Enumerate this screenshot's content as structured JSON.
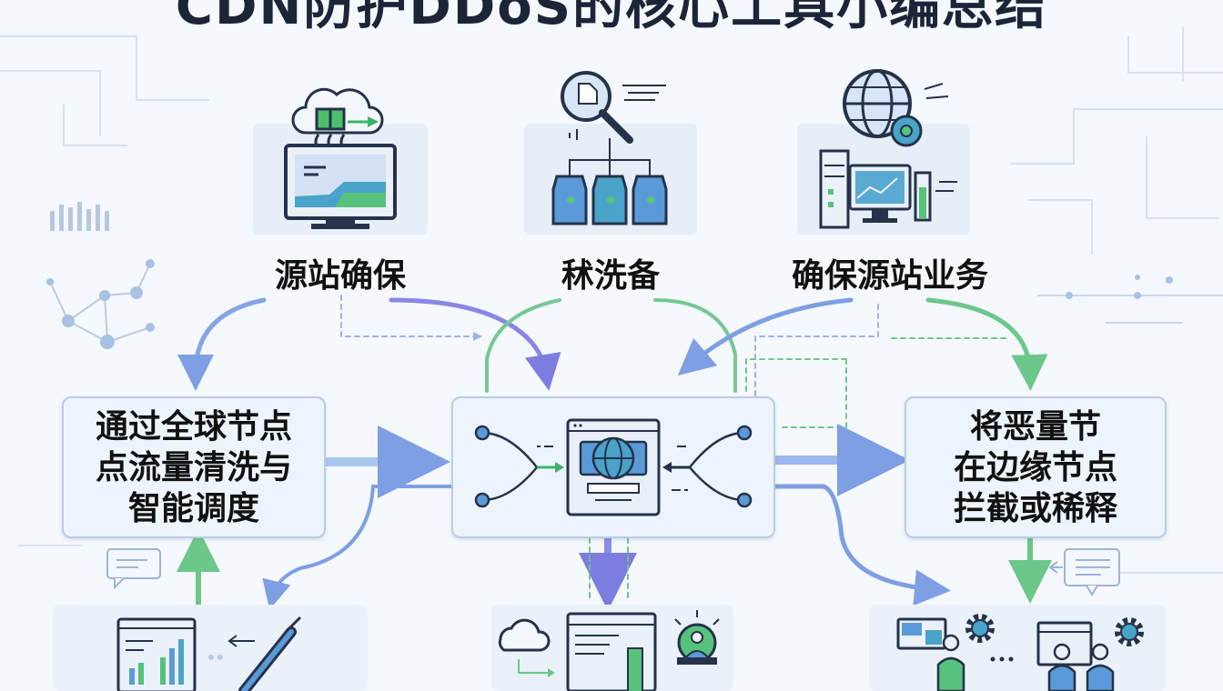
{
  "title": "CDN防护DDoS的核心工具小编总结",
  "nodes": {
    "origin": {
      "label": "源站确保",
      "icon": "cloud-to-monitor-icon"
    },
    "scrubbing": {
      "label": "秫洗备",
      "icon": "magnifier-filters-icon"
    },
    "business": {
      "label": "确保源站业务",
      "icon": "globe-server-icon"
    }
  },
  "boxes": {
    "left": {
      "lines": [
        "通过全球节点",
        "点流量清洗与",
        "智能调度"
      ]
    },
    "center": {
      "icon": "traffic-routing-hub-icon"
    },
    "right": {
      "lines": [
        "将恶量节",
        "在边缘节点",
        "拦截或稀释"
      ]
    }
  },
  "bottom_cards": {
    "left": {
      "icon": "analytics-tools-icon"
    },
    "center": {
      "icon": "cloud-dashboard-alert-icon"
    },
    "right": {
      "icon": "users-gears-icon"
    }
  },
  "colors": {
    "blue_arrow": "#7e9fe3",
    "purple_arrow": "#7d7de0",
    "green_arrow": "#6cc78a",
    "box_border": "#b9cde6",
    "card_bg": "#e6eef8"
  }
}
